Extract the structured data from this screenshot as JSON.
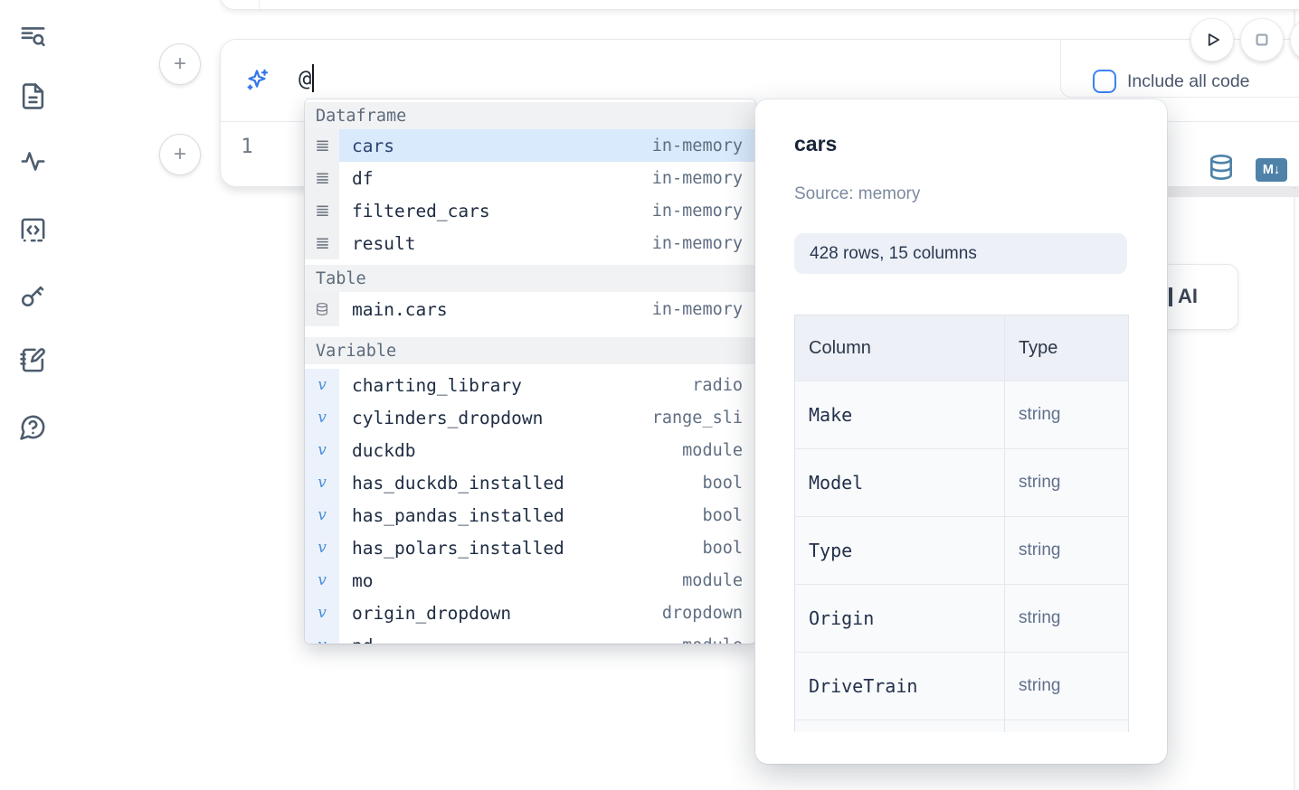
{
  "sidebar": {
    "icons": [
      {
        "name": "toc-search-icon"
      },
      {
        "name": "file-icon"
      },
      {
        "name": "activity-icon"
      },
      {
        "name": "code-snippets-icon"
      },
      {
        "name": "key-icon"
      },
      {
        "name": "notebook-pen-icon"
      },
      {
        "name": "help-chat-icon"
      }
    ]
  },
  "cell": {
    "add_cell_above_label": "+",
    "add_cell_below_label": "+",
    "ai_prompt_value": "@",
    "include_all_code_label": "Include all code",
    "include_all_code_checked": false,
    "line_number": "1",
    "markdown_badge": "M↓",
    "icons": [
      "sparkles-icon",
      "database-icon",
      "play-icon",
      "stop-icon"
    ]
  },
  "autocomplete": {
    "sections": [
      {
        "label": "Dataframe",
        "icon": "lines",
        "items": [
          {
            "name": "cars",
            "type": "in-memory",
            "selected": true
          },
          {
            "name": "df",
            "type": "in-memory"
          },
          {
            "name": "filtered_cars",
            "type": "in-memory"
          },
          {
            "name": "result",
            "type": "in-memory"
          }
        ]
      },
      {
        "label": "Table",
        "icon": "db",
        "items": [
          {
            "name": "main.cars",
            "type": "in-memory",
            "tall": true
          }
        ]
      },
      {
        "label": "Variable",
        "icon": "var",
        "items": [
          {
            "name": "charting_library",
            "type": "radio"
          },
          {
            "name": "cylinders_dropdown",
            "type": "range_sli"
          },
          {
            "name": "duckdb",
            "type": "module"
          },
          {
            "name": "has_duckdb_installed",
            "type": "bool"
          },
          {
            "name": "has_pandas_installed",
            "type": "bool"
          },
          {
            "name": "has_polars_installed",
            "type": "bool"
          },
          {
            "name": "mo",
            "type": "module"
          },
          {
            "name": "origin_dropdown",
            "type": "dropdown"
          },
          {
            "name": "pd",
            "type": "module",
            "partial": true
          }
        ]
      }
    ]
  },
  "preview": {
    "title": "cars",
    "source": "Source: memory",
    "shape_badge": "428 rows, 15 columns",
    "table": {
      "headers": [
        "Column",
        "Type"
      ],
      "rows": [
        [
          "Make",
          "string"
        ],
        [
          "Model",
          "string"
        ],
        [
          "Type",
          "string"
        ],
        [
          "Origin",
          "string"
        ],
        [
          "DriveTrain",
          "string"
        ],
        [
          "",
          ""
        ]
      ]
    }
  },
  "ai_button": {
    "visible_text": "AI"
  },
  "colors": {
    "accent_blue": "#3b82f6",
    "sparkle_blue": "#3277e8",
    "steel_blue": "#4f82a8",
    "selection_bg": "#d9eafc",
    "variable_blue": "#4a8fdb"
  }
}
